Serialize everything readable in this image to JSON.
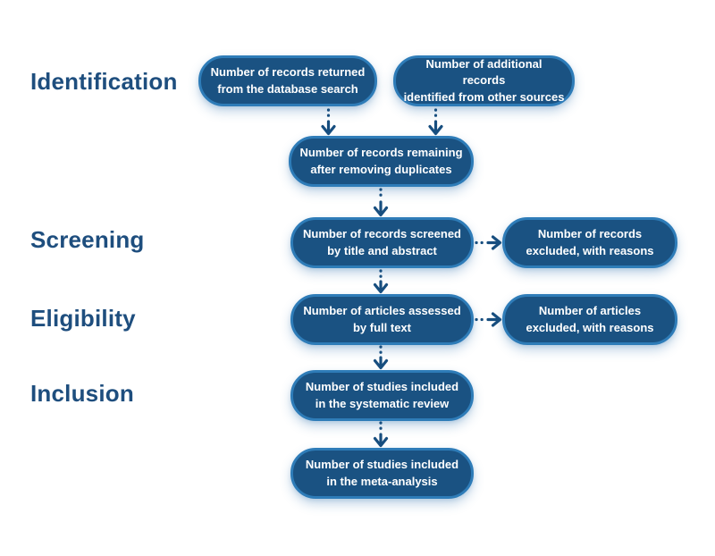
{
  "stages": [
    {
      "id": "identification",
      "label": "Identification"
    },
    {
      "id": "screening",
      "label": "Screening"
    },
    {
      "id": "eligibility",
      "label": "Eligibility"
    },
    {
      "id": "inclusion",
      "label": "Inclusion"
    }
  ],
  "nodes": [
    {
      "id": "records-returned",
      "stage": "identification",
      "text": "Number of records returned\nfrom the database search"
    },
    {
      "id": "additional-records",
      "stage": "identification",
      "text": "Number of additional records\nidentified from other sources"
    },
    {
      "id": "remaining-duplicates",
      "stage": "identification",
      "text": "Number of records remaining\nafter removing duplicates"
    },
    {
      "id": "records-screened",
      "stage": "screening",
      "text": "Number of records screened\nby title and abstract"
    },
    {
      "id": "records-excluded",
      "stage": "screening",
      "text": "Number of records\nexcluded, with reasons"
    },
    {
      "id": "articles-assessed",
      "stage": "eligibility",
      "text": "Number of articles assessed\nby full text"
    },
    {
      "id": "articles-excluded",
      "stage": "eligibility",
      "text": "Number of articles\nexcluded, with reasons"
    },
    {
      "id": "studies-systematic-review",
      "stage": "inclusion",
      "text": "Number of studies included\nin the systematic review"
    },
    {
      "id": "studies-meta-analysis",
      "stage": "inclusion",
      "text": "Number of studies included\nin the meta-analysis"
    }
  ],
  "edges": [
    {
      "from": "records-returned",
      "to": "remaining-duplicates",
      "style": "dashed-arrow"
    },
    {
      "from": "additional-records",
      "to": "remaining-duplicates",
      "style": "dashed-arrow"
    },
    {
      "from": "remaining-duplicates",
      "to": "records-screened",
      "style": "dashed-arrow"
    },
    {
      "from": "records-screened",
      "to": "records-excluded",
      "style": "dashed-arrow"
    },
    {
      "from": "records-screened",
      "to": "articles-assessed",
      "style": "dashed-arrow"
    },
    {
      "from": "articles-assessed",
      "to": "articles-excluded",
      "style": "dashed-arrow"
    },
    {
      "from": "articles-assessed",
      "to": "studies-systematic-review",
      "style": "dashed-arrow"
    },
    {
      "from": "studies-systematic-review",
      "to": "studies-meta-analysis",
      "style": "dashed-arrow"
    }
  ],
  "colors": {
    "background": "#ffffff",
    "box_fill": "#1a5282",
    "box_border": "#2e7cb8",
    "box_text": "#ffffff",
    "stage_label": "#1e4e7e",
    "arrow": "#174e7f"
  }
}
